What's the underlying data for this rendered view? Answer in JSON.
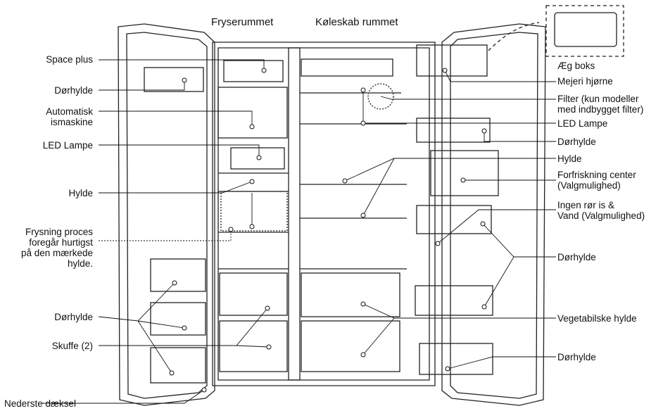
{
  "headers": {
    "freezer": "Fryserummet",
    "fridge": "Køleskab rummet"
  },
  "labels_left": {
    "space_plus": "Space plus",
    "door_shelf_top": "Dørhylde",
    "ice_maker": "Automatisk\nismaskine",
    "led_lamp": "LED Lampe",
    "shelf": "Hylde",
    "fast_freeze": "Frysning proces\nforegår hurtigst\npå den mærkede\nhylde.",
    "door_shelf_bottom": "Dørhylde",
    "drawer": "Skuffe (2)",
    "bottom_cover": "Nederste dæksel"
  },
  "labels_right": {
    "egg_box": "Æg boks",
    "dairy_corner": "Mejeri hjørne",
    "filter": "Filter (kun modeller\nmed indbygget filter)",
    "led_lamp": "LED Lampe",
    "door_shelf_1": "Dørhylde",
    "shelf": "Hylde",
    "refresh_center": "Forfriskning center\n(Valgmulighed)",
    "no_pipe": "Ingen rør is &\nVand (Valgmulighed)",
    "door_shelf_2": "Dørhylde",
    "vegetable_shelf": "Vegetabilske hylde",
    "door_shelf_3": "Dørhylde"
  },
  "colors": {
    "line": "#111111",
    "frame": "#222222"
  }
}
